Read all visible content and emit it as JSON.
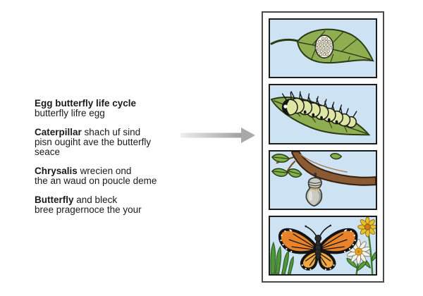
{
  "colors": {
    "page_bg": "#ffffff",
    "text": "#1a1a1a",
    "panel_sky": "#cde3f3",
    "panel_border": "#1c1c1c",
    "board_border": "#4b4b4b",
    "leaf_green": "#8fae52",
    "leaf_bright": "#7fb04a",
    "leaf_outline": "#2c3a14",
    "egg_white": "#f3efdd",
    "caterpillar_body": "#dde7a3",
    "branch_brown": "#8a5a33",
    "chrysalis_gray": "#c9cbc2",
    "gold": "#c79a2e",
    "butterfly_orange": "#e8832a",
    "butterfly_orange2": "#f0a73e",
    "daisy_white": "#f6f3e6",
    "flower_yellow": "#e8c02a",
    "grass_green": "#4f9638",
    "arrow_light": "#ededed",
    "arrow_dark": "#9e9e9e"
  },
  "text_column": {
    "sections": [
      {
        "heading": "Egg butterfly life cycle",
        "lines": [
          "butterfly lifre egg"
        ]
      },
      {
        "heading": "Caterpillar",
        "lines": [
          "shach uf sind",
          "pisn ougiht ave the butterfly",
          "seace"
        ]
      },
      {
        "heading": "Chrysalis",
        "lines": [
          "wrecien ond",
          "the an waud on poucle deme"
        ]
      },
      {
        "heading": "Butterfly",
        "lines": [
          "and bleck",
          "bree pragernoce the your"
        ]
      }
    ]
  },
  "arrow": {
    "direction": "right"
  },
  "board": {
    "panels": [
      {
        "id": "egg"
      },
      {
        "id": "caterpillar"
      },
      {
        "id": "chrysalis"
      },
      {
        "id": "butterfly"
      }
    ]
  }
}
